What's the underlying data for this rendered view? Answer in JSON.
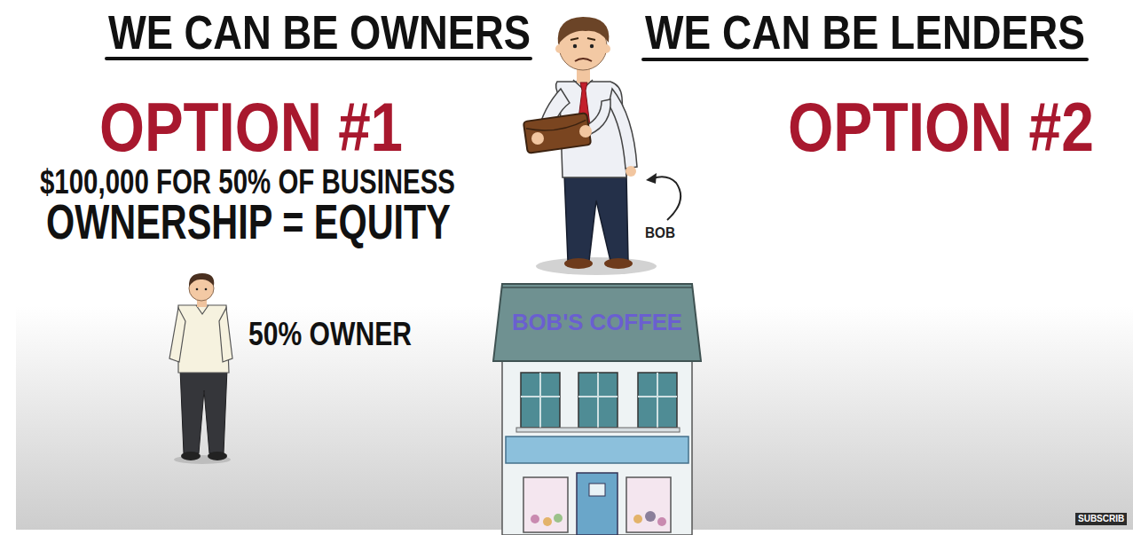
{
  "diagram": {
    "nodes": [
      {
        "text": [
          "BOB'S COFFEE"
        ]
      }
    ],
    "labels": [
      "WE CAN BE OWNERS",
      "WE CAN BE LENDERS",
      "OPTION #1",
      "OPTION #2",
      "$100,000 FOR 50% OF BUSINESS",
      "OWNERSHIP = EQUITY",
      "BOB",
      "50% OWNER",
      "SUBSCRIB"
    ]
  }
}
